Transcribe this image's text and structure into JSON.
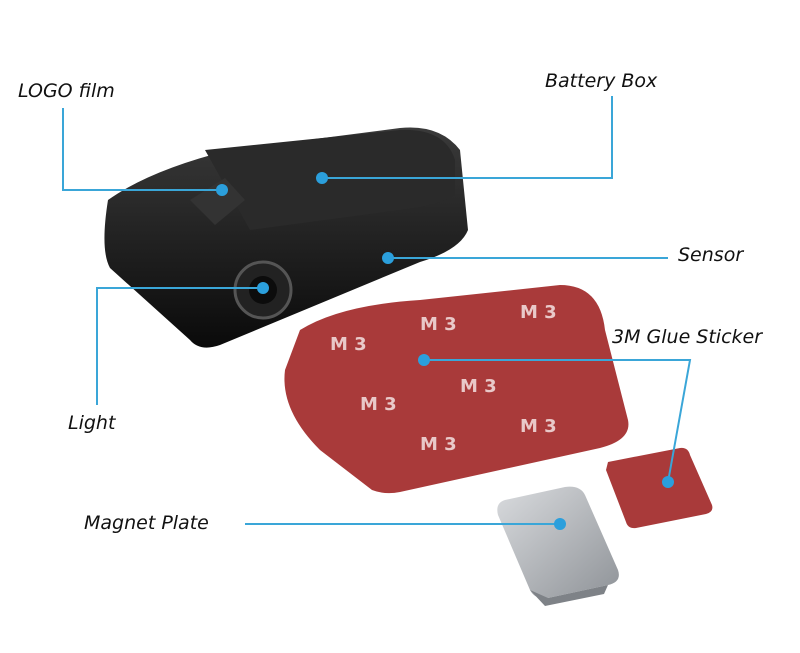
{
  "labels": {
    "logo_film": "LOGO film",
    "battery_box": "Battery Box",
    "sensor": "Sensor",
    "glue_sticker": "3M Glue Sticker",
    "light": "Light",
    "magnet_plate": "Magnet Plate"
  },
  "sticker_print": "M 3",
  "colors": {
    "leader": "#3aa6d8",
    "sticker": "#a93a3a",
    "body": "#141414",
    "magnet": "#b9bcc0"
  }
}
